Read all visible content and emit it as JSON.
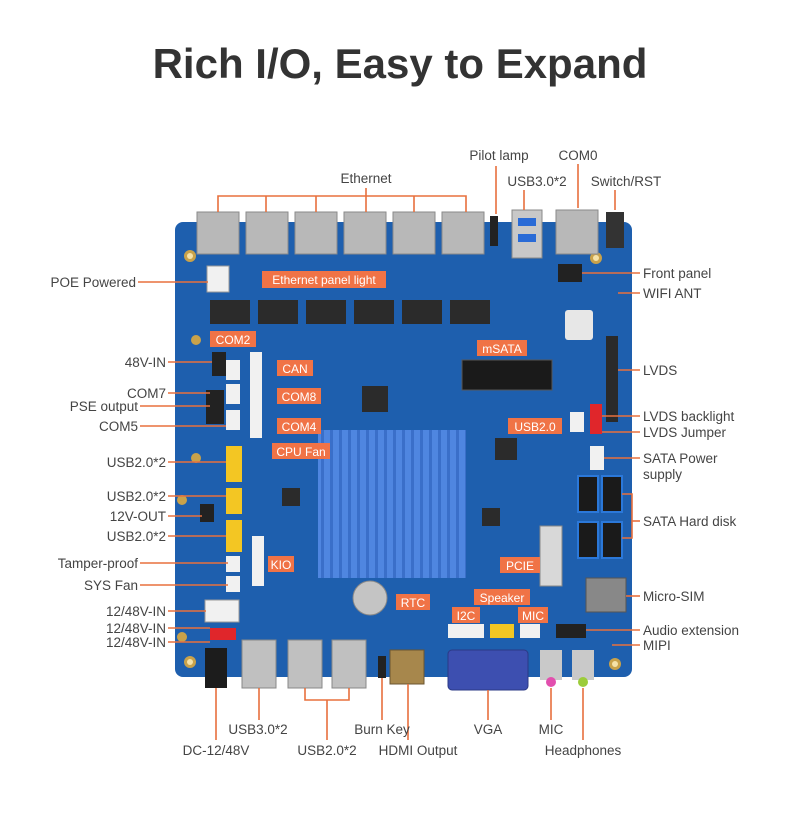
{
  "title": "Rich I/O, Easy to Expand",
  "colors": {
    "board": "#1e5fae",
    "board_dark": "#174a8a",
    "heatsink": "#4f86e0",
    "tag": "#f07346",
    "leader": "#e8703d",
    "label": "#444444"
  },
  "labels": {
    "ethernet": "Ethernet",
    "pilot_lamp": "Pilot lamp",
    "com0": "COM0",
    "usb30_top": "USB3.0*2",
    "switch_rst": "Switch/RST",
    "poe_powered": "POE Powered",
    "front_panel": "Front panel",
    "wifi_ant": "WIFI ANT",
    "in48v": "48V-IN",
    "lvds": "LVDS",
    "com7": "COM7",
    "pse_output": "PSE output",
    "com5": "COM5",
    "lvds_backlight": "LVDS backlight",
    "lvds_jumper": "LVDS Jumper",
    "usb20_left1": "USB2.0*2",
    "sata_power": "SATA Power",
    "supply": "supply",
    "usb20_left2": "USB2.0*2",
    "out12v": "12V-OUT",
    "sata_hard_disk": "SATA Hard disk",
    "usb20_left3": "USB2.0*2",
    "tamper_proof": "Tamper-proof",
    "sys_fan": "SYS Fan",
    "micro_sim": "Micro-SIM",
    "in1248_1": "12/48V-IN",
    "in1248_2": "12/48V-IN",
    "in1248_3": "12/48V-IN",
    "audio_extension": "Audio extension",
    "mipi": "MIPI",
    "usb30_bottom": "USB3.0*2",
    "burn_key": "Burn Key",
    "vga": "VGA",
    "mic_bottom": "MIC",
    "dc_12_48v": "DC-12/48V",
    "usb20_bottom": "USB2.0*2",
    "hdmi_output": "HDMI Output",
    "headphones": "Headphones"
  },
  "tags": {
    "ethernet_panel_light": "Ethernet panel light",
    "com2": "COM2",
    "msata": "mSATA",
    "can": "CAN",
    "com8": "COM8",
    "com4": "COM4",
    "usb20": "USB2.0",
    "cpu_fan": "CPU Fan",
    "pcie": "PCIE",
    "kio": "KIO",
    "rtc": "RTC",
    "speaker": "Speaker",
    "i2c": "I2C",
    "mic": "MIC"
  }
}
